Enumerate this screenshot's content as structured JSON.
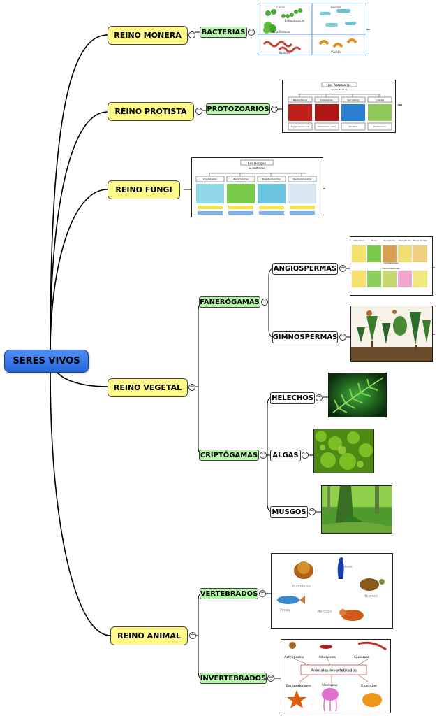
{
  "root": {
    "label": "SERES VIVOS"
  },
  "kingdoms": [
    {
      "label": "REINO MONERA"
    },
    {
      "label": "REINO PROTISTA"
    },
    {
      "label": "REINO FUNGI"
    },
    {
      "label": "REINO VEGETAL"
    },
    {
      "label": "REINO ANIMAL"
    }
  ],
  "groups": {
    "bacterias": "BACTERIAS",
    "protozoarios": "PROTOZOARIOS",
    "fanerogamas": "FANERÓGAMAS",
    "criptogamas": "CRIPTÓGAMAS",
    "vertebrados": "VERTEBRADOS",
    "invertebrados": "INVERTEBRADOS"
  },
  "leaves": {
    "angiospermas": "ANGIOSPERMAS",
    "gimnospermas": "GIMNOSPERMAS",
    "helechos": "HELECHOS",
    "algas": "ALGAS",
    "musgos": "MUSGOS"
  },
  "toggle_symbol": "−",
  "images": {
    "bacterias": {
      "icon": "bacteria-types-image",
      "labels": [
        "Cocos",
        "Bacilos",
        "Estreptococos",
        "Estafilococos",
        "Espirilo",
        "Vibrión"
      ]
    },
    "protozoarios": {
      "icon": "protozoa-chart-image",
      "title": "Los Protozoarios",
      "subtitle": "se clasifican en",
      "headers": [
        "Mastigóforos",
        "Esporozoos",
        "Sarcodinos",
        "Ciliados"
      ],
      "examples": [
        "Trypanosoma cruzi",
        "Plasmodium vivax",
        "Amoebas",
        "Paramecium"
      ],
      "colors": [
        "#c0201a",
        "#b01818",
        "#2a7fd0",
        "#8ec85a"
      ]
    },
    "fungi": {
      "icon": "fungi-chart-image",
      "title": "Los Hongos",
      "subtitle": "se clasifican en",
      "headers": [
        "Ficomicetos",
        "Ascomicetos",
        "Basidiomicetos",
        "Deuteromicetos"
      ]
    },
    "angiospermas": {
      "icon": "angiosperm-table-image",
      "headers": [
        "Cotiledones",
        "Hojas",
        "Nervaduras",
        "Flores/frutos",
        "Haces de tallo"
      ],
      "row_labels": [
        "Dicotiledóneas",
        "Monocotiledóneas"
      ]
    },
    "gimnospermas": {
      "icon": "conifers-image"
    },
    "helechos": {
      "icon": "fern-frond-image"
    },
    "algas": {
      "icon": "green-algae-image"
    },
    "musgos": {
      "icon": "moss-forest-image"
    },
    "vertebrados": {
      "icon": "vertebrate-animals-image",
      "labels": [
        "Mamíferos",
        "Aves",
        "Reptiles",
        "Peces",
        "Anfibios"
      ]
    },
    "invertebrados": {
      "icon": "invertebrate-animals-image",
      "center": "Animales Invertebrados",
      "labels": [
        "Artrópodos",
        "Moluscos",
        "Gusanos",
        "Equinodermos",
        "Medusas",
        "Esponjas"
      ]
    }
  },
  "colors": {
    "root": "#3b7be8",
    "kingdom": "#fff98a",
    "group": "#b4f5a8",
    "leaf": "#ffffff",
    "line": "#000000"
  }
}
